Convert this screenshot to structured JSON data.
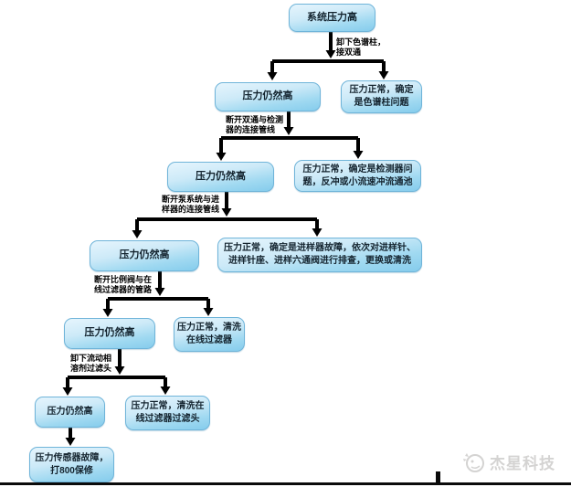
{
  "diagram": {
    "nodes": [
      {
        "id": "start",
        "label": "系统压力高"
      },
      {
        "id": "still-high-1",
        "label": "压力仍然高"
      },
      {
        "id": "normal-1",
        "label": "压力正常，确定是色谱柱问题"
      },
      {
        "id": "still-high-2",
        "label": "压力仍然高"
      },
      {
        "id": "normal-2",
        "label": "压力正常，确定是检测器问题，反冲或小流速冲流通池"
      },
      {
        "id": "still-high-3",
        "label": "压力仍然高"
      },
      {
        "id": "normal-3",
        "label": "压力正常，确定是进样器故障，依次对进样针、进样针座、进样六通阀进行排查，更换或清洗"
      },
      {
        "id": "still-high-4",
        "label": "压力仍然高"
      },
      {
        "id": "normal-4",
        "label": "压力正常，清洗在线过滤器"
      },
      {
        "id": "still-high-5",
        "label": "压力仍然高"
      },
      {
        "id": "normal-5",
        "label": "压力正常，清洗在线过滤器过滤头"
      },
      {
        "id": "sensor-fault",
        "label": "压力传感器故障，打800保修"
      }
    ],
    "edge_labels": [
      {
        "id": "e0",
        "label": "卸下色谱柱，接双通"
      },
      {
        "id": "e1",
        "label": "断开双通与检测器的连接管线"
      },
      {
        "id": "e2",
        "label": "断开泵系统与进样器的连接管线"
      },
      {
        "id": "e3",
        "label": "断开比例阀与在线过滤器的管路"
      },
      {
        "id": "e4",
        "label": "卸下流动相溶剂过滤头"
      }
    ],
    "watermark": {
      "text": "杰星科技"
    },
    "colors": {
      "node_fill_top": "#e6f5fd",
      "node_fill_bottom": "#85ccec",
      "node_border": "#6fb4d9",
      "node_text": "#14242f",
      "connector": "#000000",
      "watermark": "#d4d3d2",
      "background": "#ffffff"
    }
  }
}
